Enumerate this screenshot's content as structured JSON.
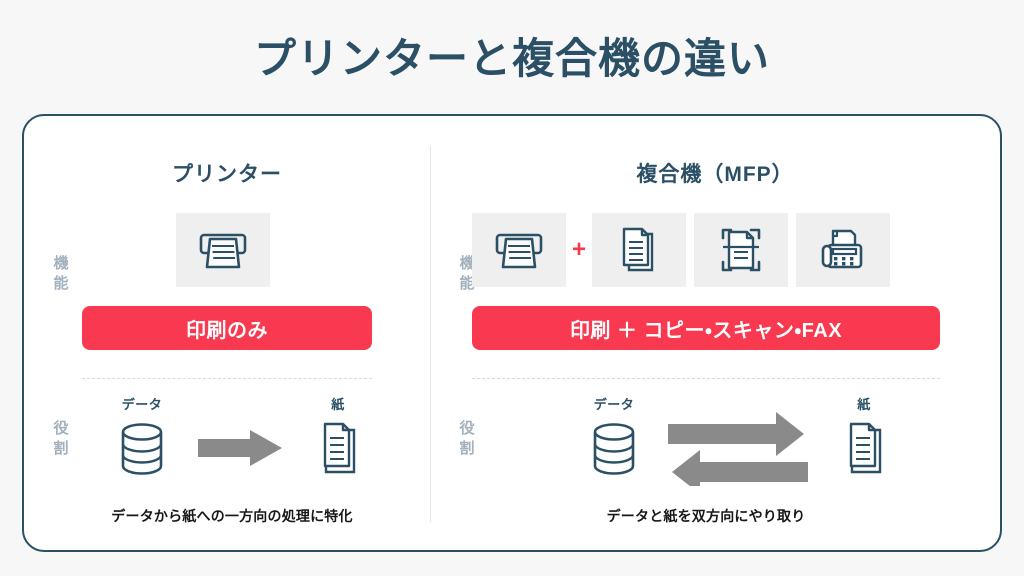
{
  "title": "プリンターと複合機の違い",
  "colors": {
    "page_background": "#f7f7f8",
    "card_border": "#2b5066",
    "title_text": "#2b5066",
    "accent_red": "#f8394f",
    "icon_stroke": "#2b5066",
    "icon_tile_background": "#efefef",
    "arrow_gray": "#8a8a8a",
    "row_label_text": "#a3b0bd"
  },
  "panels": [
    {
      "id": "printer",
      "heading": "プリンター",
      "function_label": [
        "機",
        "能"
      ],
      "role_label": [
        "役",
        "割"
      ],
      "icons": [
        {
          "name": "printer-icon",
          "label": "印刷"
        }
      ],
      "banner": "印刷のみ",
      "flow": {
        "source_label": "データ",
        "source_icon": "database-icon",
        "target_label": "紙",
        "target_icon": "documents-icon",
        "direction": "one-way",
        "caption": "データから紙への一方向の処理に特化"
      }
    },
    {
      "id": "mfp",
      "heading": "複合機（MFP）",
      "function_label": [
        "機",
        "能"
      ],
      "role_label": [
        "役",
        "割"
      ],
      "plus": "+",
      "icons": [
        {
          "name": "printer-icon",
          "label": "印刷"
        },
        {
          "name": "copy-documents-icon",
          "label": "コピー"
        },
        {
          "name": "scan-icon",
          "label": "スキャン"
        },
        {
          "name": "fax-icon",
          "label": "FAX"
        }
      ],
      "banner": "印刷 ＋ コピー・スキャン・FAX",
      "flow": {
        "source_label": "データ",
        "source_icon": "database-icon",
        "target_label": "紙",
        "target_icon": "documents-icon",
        "direction": "two-way",
        "caption": "データと紙を双方向にやり取り"
      }
    }
  ]
}
